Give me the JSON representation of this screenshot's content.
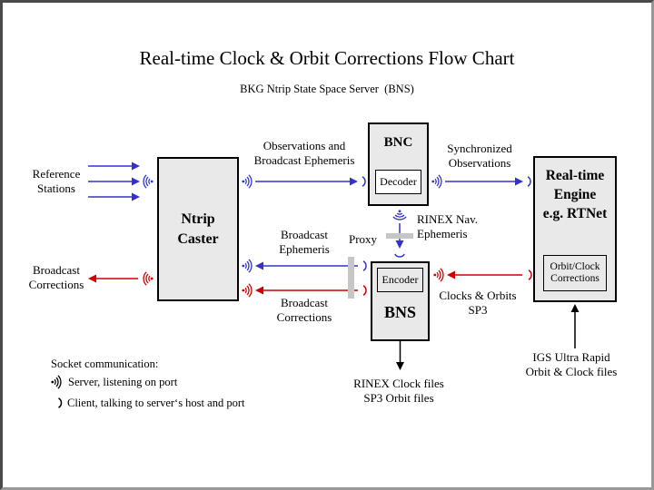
{
  "header": {
    "title": "Real-time Clock & Orbit Corrections Flow Chart",
    "subtitle": "BKG Ntrip State Space Server  (BNS)"
  },
  "boxes": {
    "ntrip_caster": "Ntrip\nCaster",
    "bnc": "BNC",
    "decoder": "Decoder",
    "bns": "BNS",
    "encoder": "Encoder",
    "engine": "Real-time\nEngine\ne.g. RTNet",
    "orbit_clock": "Orbit/Clock\nCorrections"
  },
  "labels": {
    "reference_stations": "Reference\nStations",
    "broadcast_corrections_left": "Broadcast\nCorrections",
    "observations": "Observations and\nBroadcast Ephemeris",
    "synchronized": "Synchronized\nObservations",
    "rinex_nav": "RINEX Nav.\nEphemeris",
    "broadcast_ephemeris": "Broadcast\nEphemeris",
    "proxy": "Proxy",
    "broadcast_corrections_mid": "Broadcast\nCorrections",
    "clocks_orbits": "Clocks & Orbits\nSP3",
    "rinex_files": "RINEX Clock files\nSP3 Orbit files",
    "igs": "IGS Ultra Rapid\nOrbit & Clock files"
  },
  "legend": {
    "title": "Socket communication:",
    "server": "Server, listening on port",
    "client": "Client, talking to server‘s host and port"
  },
  "icons": {
    "server_socket": ")))",
    "client_socket": ")"
  },
  "colors": {
    "blue": "#3333cc",
    "red": "#cc0000",
    "box_fill": "#e9e9e9",
    "proxy_gray": "#c6c6c6",
    "frame_dark": "#4a4a4a",
    "frame_light": "#989898"
  }
}
